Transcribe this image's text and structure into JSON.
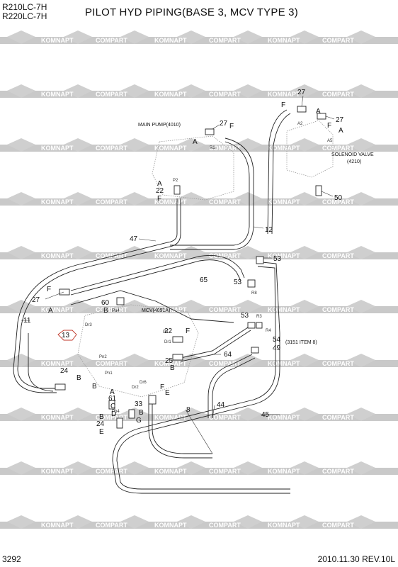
{
  "header": {
    "model_line_1": "R210LC-7H",
    "model_line_2": "R220LC-7H",
    "title": "PILOT HYD PIPING(BASE 3, MCV TYPE 3)"
  },
  "footer": {
    "page_number": "3292",
    "revision": "2010.11.30 REV.10L"
  },
  "watermark": {
    "text_a": "KOMNAPT",
    "text_b": "COMPART"
  },
  "components": {
    "main_pump": "MAIN PUMP(4010)",
    "mcv": "MCV(4091A)",
    "solenoid_1": "SOLENOID VALVE",
    "solenoid_2": "(4210)",
    "item_ref": "(3151 ITEM 8)"
  },
  "parts": {
    "p27a": "27",
    "p27b": "27",
    "p27c": "27",
    "p27d": "27",
    "p22a": "22",
    "p22b": "22",
    "p24a": "24",
    "p24b": "24",
    "p50": "50",
    "p12": "12",
    "p47": "47",
    "p53a": "53",
    "p53b": "53",
    "p53c": "53",
    "p65": "65",
    "p60": "60",
    "p11": "11",
    "p13": "13",
    "p54": "54",
    "p49": "49",
    "p64": "64",
    "p25": "25",
    "p61": "61",
    "p33": "33",
    "p8": "8",
    "p44": "44",
    "p45": "45"
  },
  "letters": {
    "A": "A",
    "B": "B",
    "C": "C",
    "D": "D",
    "E": "E",
    "F": "F",
    "G": "G"
  },
  "ports": {
    "p2": "P2",
    "r1": "R1",
    "a2": "A2",
    "a5": "A5",
    "pa4": "Pa4",
    "dr3": "Dr3",
    "pu": "Pu",
    "dr1": "Dr1",
    "pn2": "Pn2",
    "pn1": "Pn1",
    "dr6": "Dr6",
    "dr2": "Dr2",
    "pb4": "Pb4",
    "r3": "R3",
    "r4": "R4",
    "r8": "R8"
  }
}
